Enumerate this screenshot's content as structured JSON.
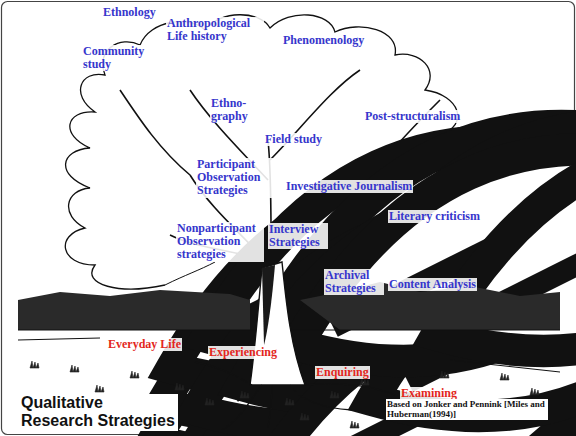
{
  "diagram": {
    "title": "Qualitative Research Strategies",
    "caption": "Based on Jonker and Pennink [Miles and Huberman(1994)]",
    "labels": [
      "Ethnology",
      "Anthropological Life history",
      "Community study",
      "Phenomenology",
      "Ethno- graphy",
      "Field study",
      "Post-structuralism",
      "Participant Observation Strategies",
      "Investigative Journalism",
      "Literary criticism",
      "Nonparticipant Observation strategies",
      "Interview Strategies",
      "Archival Strategies",
      "Content Analysis",
      "Everyday Life",
      "Experiencing",
      "Enquiring",
      "Examining"
    ]
  }
}
